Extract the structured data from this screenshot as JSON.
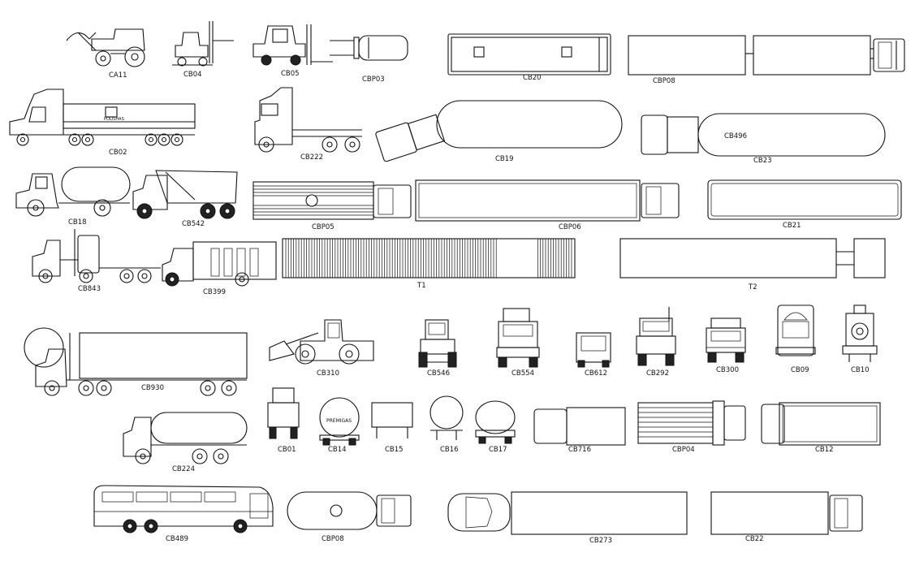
{
  "labels": {
    "ca11": "CA11",
    "cb04": "CB04",
    "cb05": "CB05",
    "cbp03": "CBP03",
    "cb20": "CB20",
    "cbp08a": "CBP08",
    "cb02": "CB02",
    "cb222": "CB222",
    "cb19": "CB19",
    "cb496": "CB496",
    "cb23": "CB23",
    "cb18": "CB18",
    "cb542": "CB542",
    "cbp05": "CBP05",
    "cbp06": "CBP06",
    "cb21": "CB21",
    "cb843": "CB843",
    "cb399": "CB399",
    "t1": "T1",
    "t2": "T2",
    "cb930": "CB930",
    "cb310": "CB310",
    "cb546": "CB546",
    "cb554": "CB554",
    "cb612": "CB612",
    "cb292": "CB292",
    "cb300": "CB300",
    "cb09": "CB09",
    "cb10": "CB10",
    "cb01": "CB01",
    "cb14": "CB14",
    "cb15": "CB15",
    "cb16": "CB16",
    "cb17": "CB17",
    "cb716": "CB716",
    "cbp04": "CBP04",
    "cb12": "CB12",
    "cb224": "CB224",
    "cb489": "CB489",
    "cbp08b": "CBP08",
    "cb273": "CB273",
    "cb22": "CB22"
  },
  "logo_text": {
    "cb02_side": "POLISHAS",
    "cb14_tank": "PREMIGAS"
  },
  "colors": {
    "line": "#111111",
    "background": "#ffffff"
  }
}
